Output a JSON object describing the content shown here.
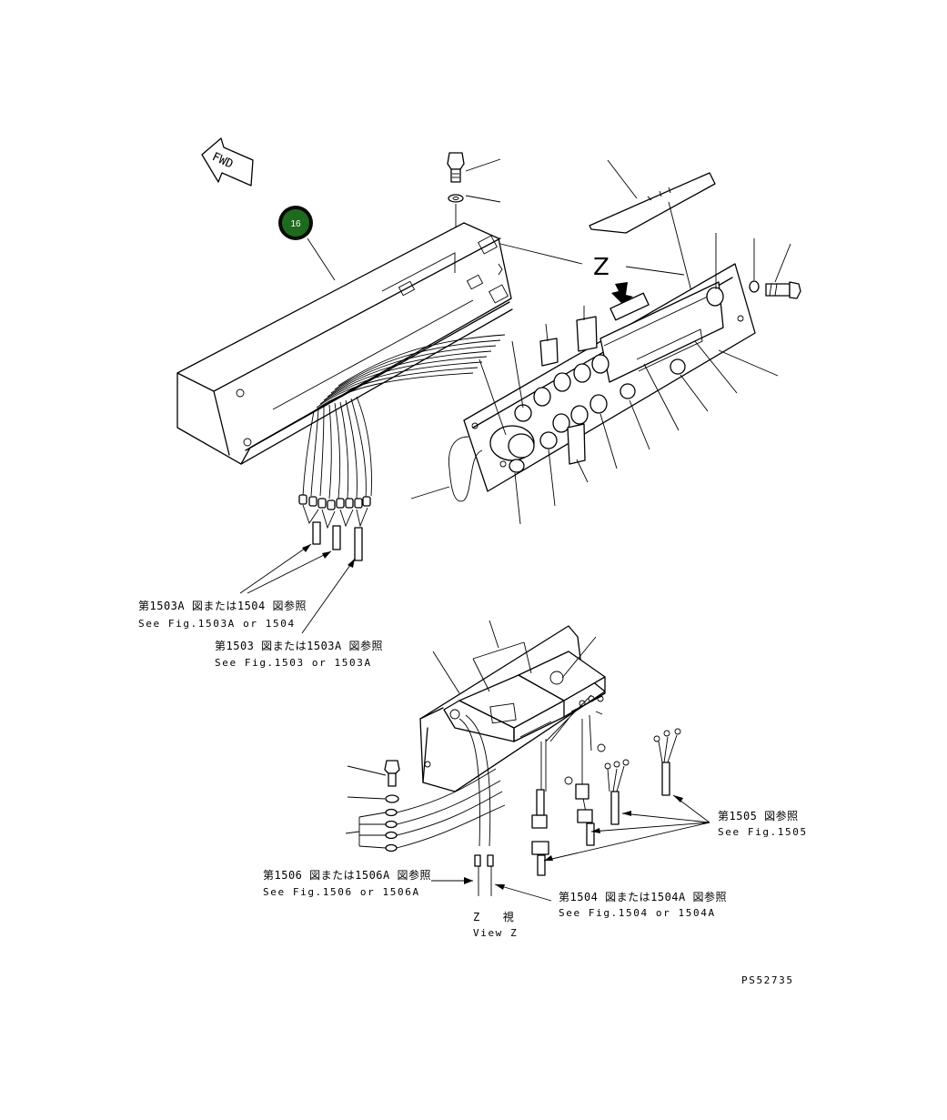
{
  "fwd_label": "FWD",
  "badge": {
    "number": "16",
    "color": "#1e6b1e"
  },
  "view_letter": "Z",
  "refs": {
    "r1": {
      "jp": "第1503A 図または1504 図参照",
      "en": "See Fig.1503A or 1504"
    },
    "r2": {
      "jp": "第1503 図または1503A 図参照",
      "en": "See Fig.1503 or 1503A"
    },
    "r3": {
      "jp": "第1505 図参照",
      "en": "See Fig.1505"
    },
    "r4": {
      "jp": "第1506 図または1506A 図参照",
      "en": "See Fig.1506 or 1506A"
    },
    "r5": {
      "jp": "第1504 図または1504A 図参照",
      "en": "See Fig.1504 or 1504A"
    }
  },
  "view_z": {
    "jp": "Z　　視",
    "en": "View Z"
  },
  "drawing_number": "PS52735"
}
